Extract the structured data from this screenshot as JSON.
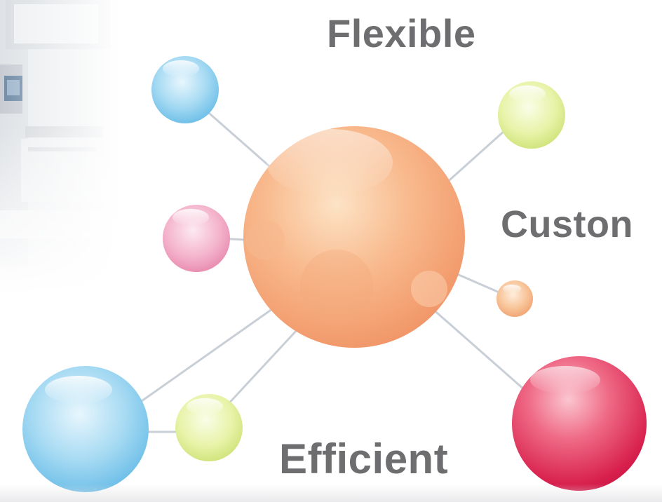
{
  "labels": {
    "flexible": "Flexible",
    "custom": "Custon",
    "efficient": "Efficient"
  },
  "colors": {
    "label_text": "#6e6e70",
    "orange_sphere": "#f5a97a",
    "blue_sphere": "#7fc8ec",
    "yellow_green_sphere": "#dcec8e",
    "pink_sphere": "#ee9cbc",
    "red_sphere": "#e0385f",
    "small_orange_sphere": "#f6b183"
  },
  "icons": {
    "molecule": "molecule-diagram-icon",
    "background": "lab-photo-background"
  }
}
